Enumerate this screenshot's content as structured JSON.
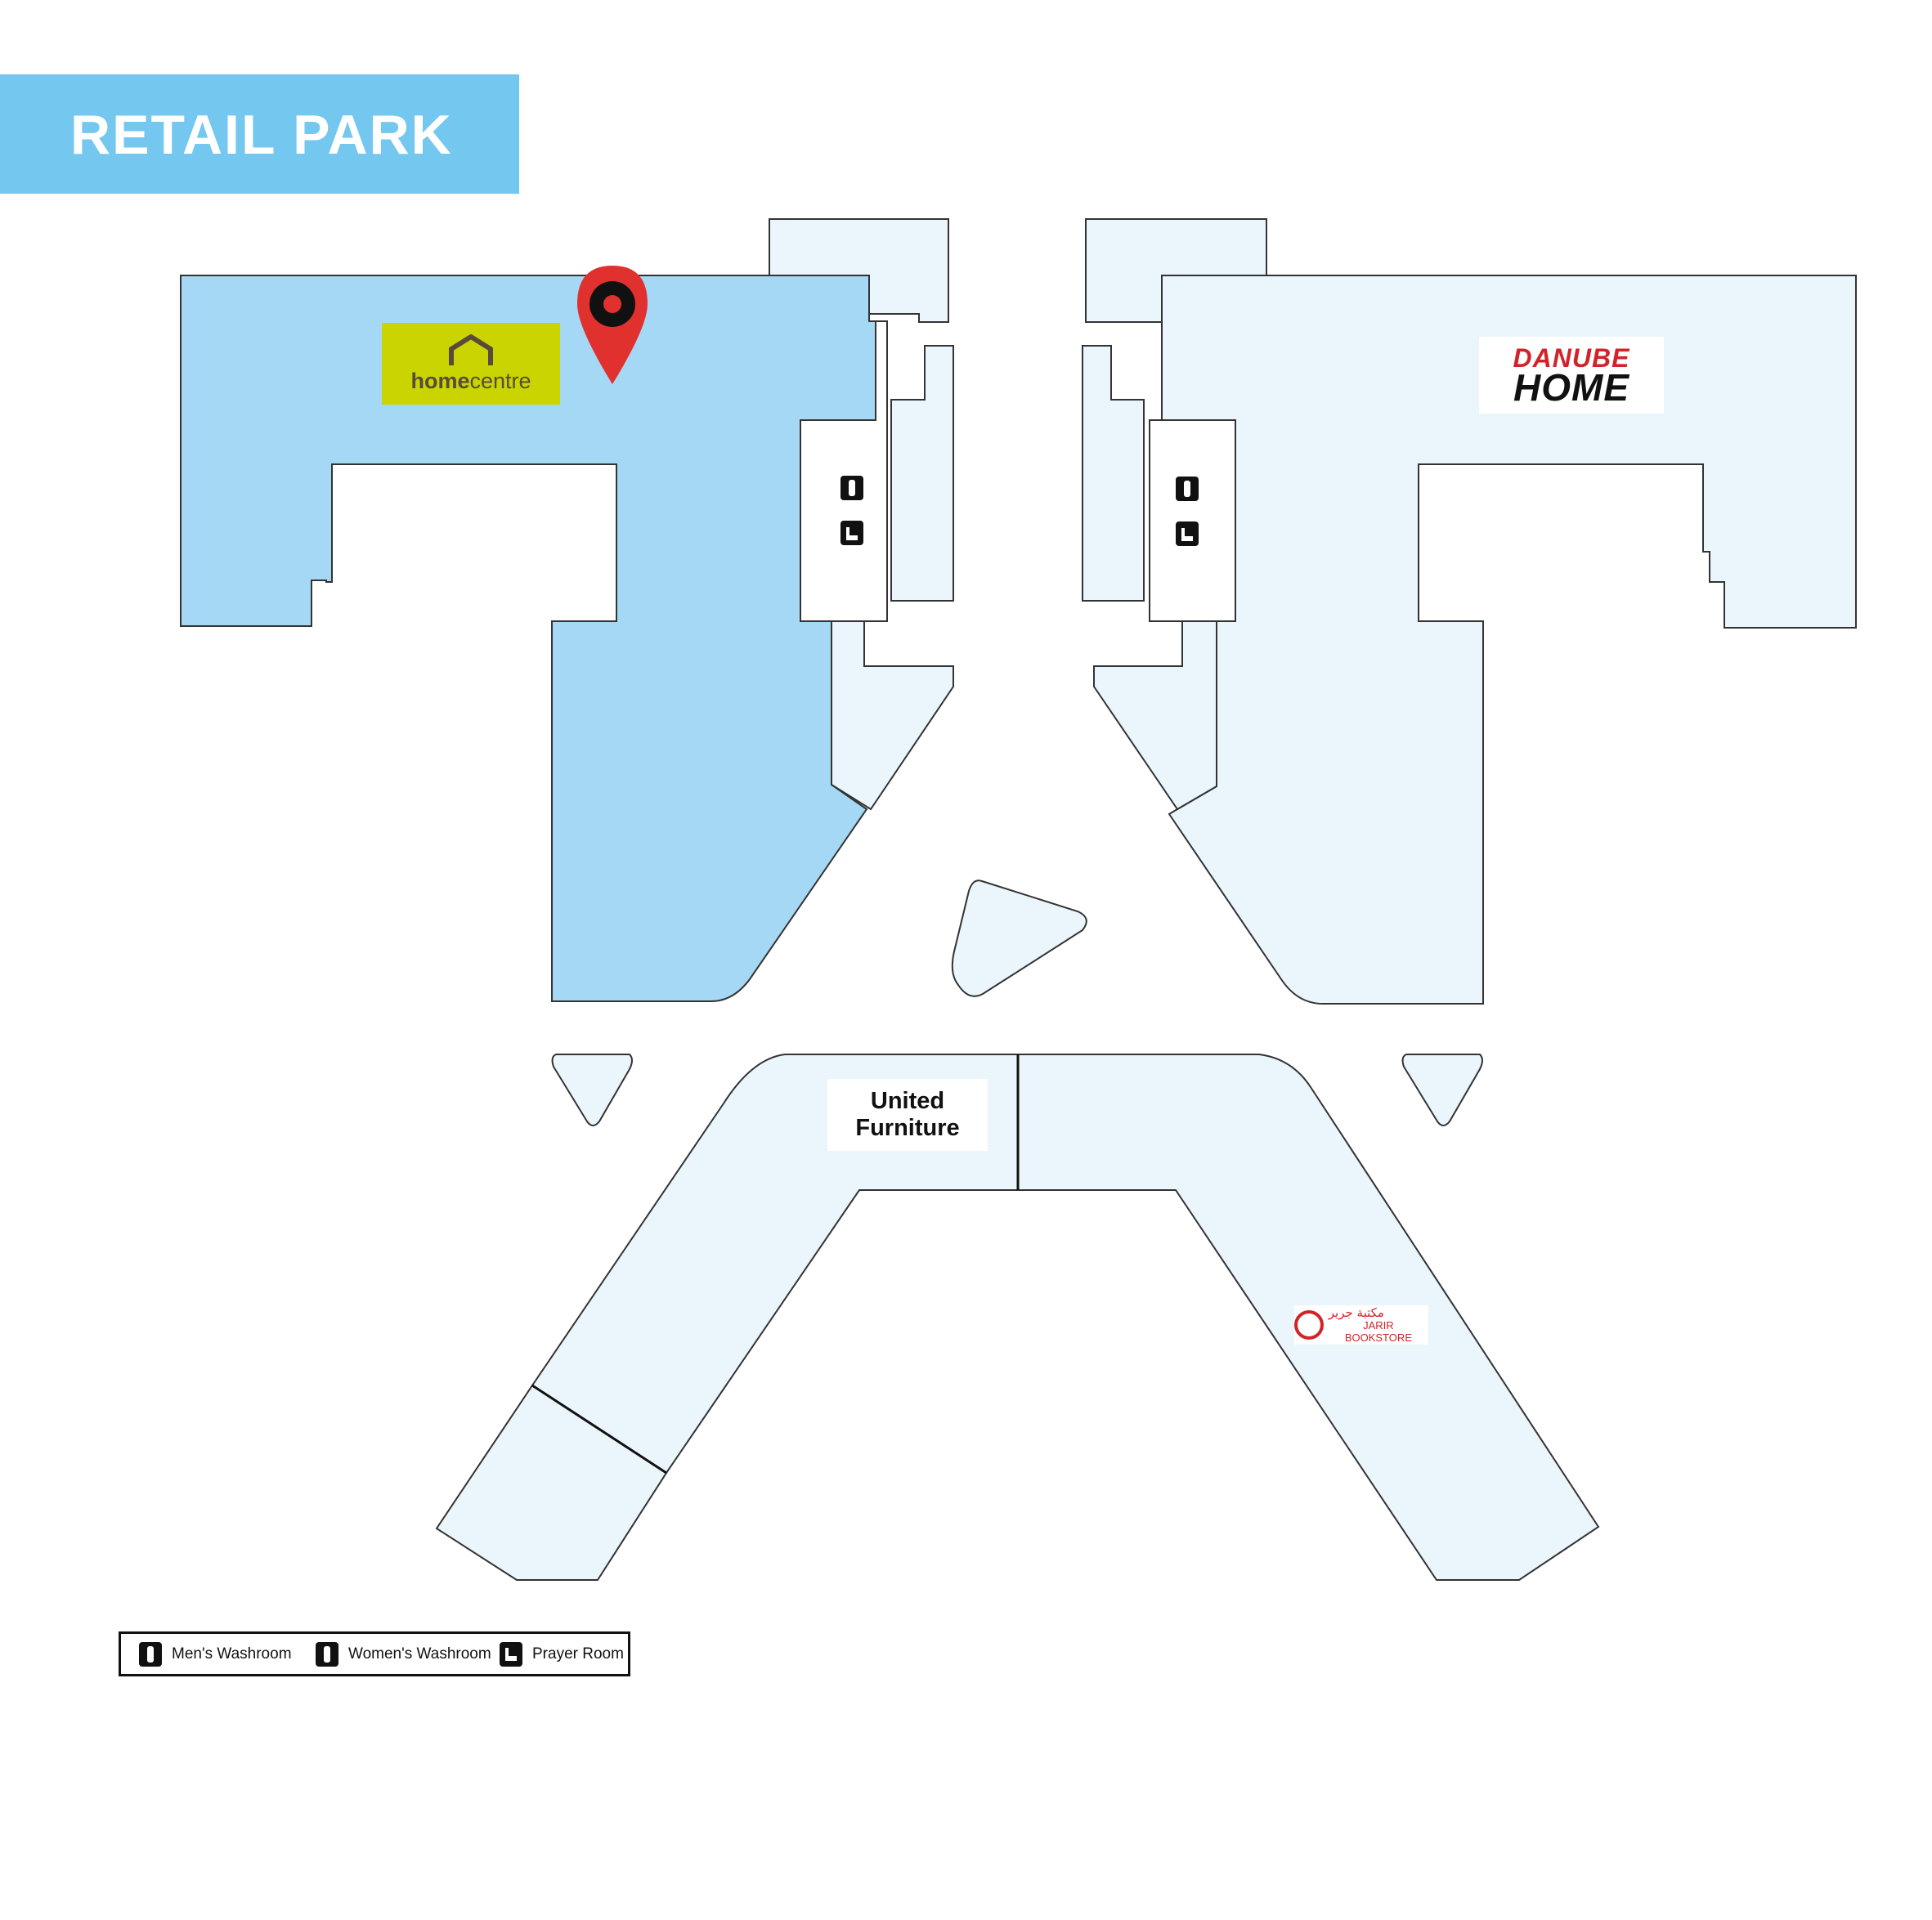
{
  "title": "RETAIL PARK",
  "colors": {
    "banner": "#74c8f0",
    "highlighted_store": "#a4d8f4",
    "store": "#eaf5fc",
    "pin": "#e0312f",
    "outline": "#333333"
  },
  "stores": {
    "homecentre": {
      "logo_text_bold": "home",
      "logo_text_light": "centre",
      "highlighted": true
    },
    "danube": {
      "line1": "DANUBE",
      "line2": "HOME"
    },
    "united_furniture": {
      "line1": "United",
      "line2": "Furniture"
    },
    "jarir": {
      "arabic": "مكتبة جرير",
      "english": "JARIR BOOKSTORE"
    }
  },
  "pin": {
    "icon": "map-pin-icon",
    "store": "homecentre"
  },
  "facility_icons": {
    "men": "mens-washroom-icon",
    "women": "womens-washroom-icon",
    "prayer": "prayer-room-icon"
  },
  "legend": {
    "mens_washroom": "Men's Washroom",
    "womens_washroom": "Women's Washroom",
    "prayer_room": "Prayer Room"
  }
}
